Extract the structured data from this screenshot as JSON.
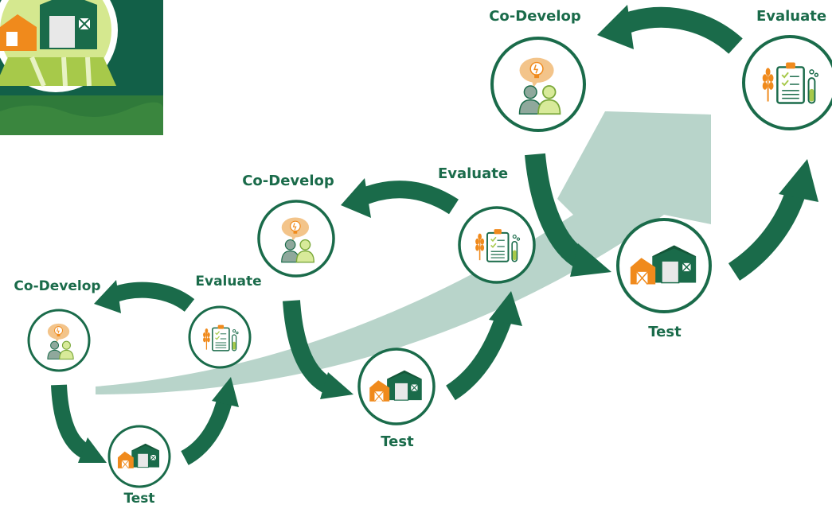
{
  "colors": {
    "dark_green": "#1a6b4a",
    "light_green": "#a7c94a",
    "orange": "#f08a1c",
    "pale_orange": "#f3c48a",
    "grey_person": "#8fa89c",
    "big_arrow": "#b8d4ca",
    "logo_bg": "#126048"
  },
  "logo": {
    "icon": "farm-barn-logo"
  },
  "cycles": [
    {
      "id": "cycle-1",
      "codevelop_label": "Co-Develop",
      "evaluate_label": "Evaluate",
      "test_label": "Test"
    },
    {
      "id": "cycle-2",
      "codevelop_label": "Co-Develop",
      "evaluate_label": "Evaluate",
      "test_label": "Test"
    },
    {
      "id": "cycle-3",
      "codevelop_label": "Co-Develop",
      "evaluate_label": "Evaluate",
      "test_label": "Test"
    }
  ],
  "icons": {
    "codevelop": "idea-people-icon",
    "evaluate": "clipboard-checklist-icon",
    "test": "barn-icon"
  }
}
